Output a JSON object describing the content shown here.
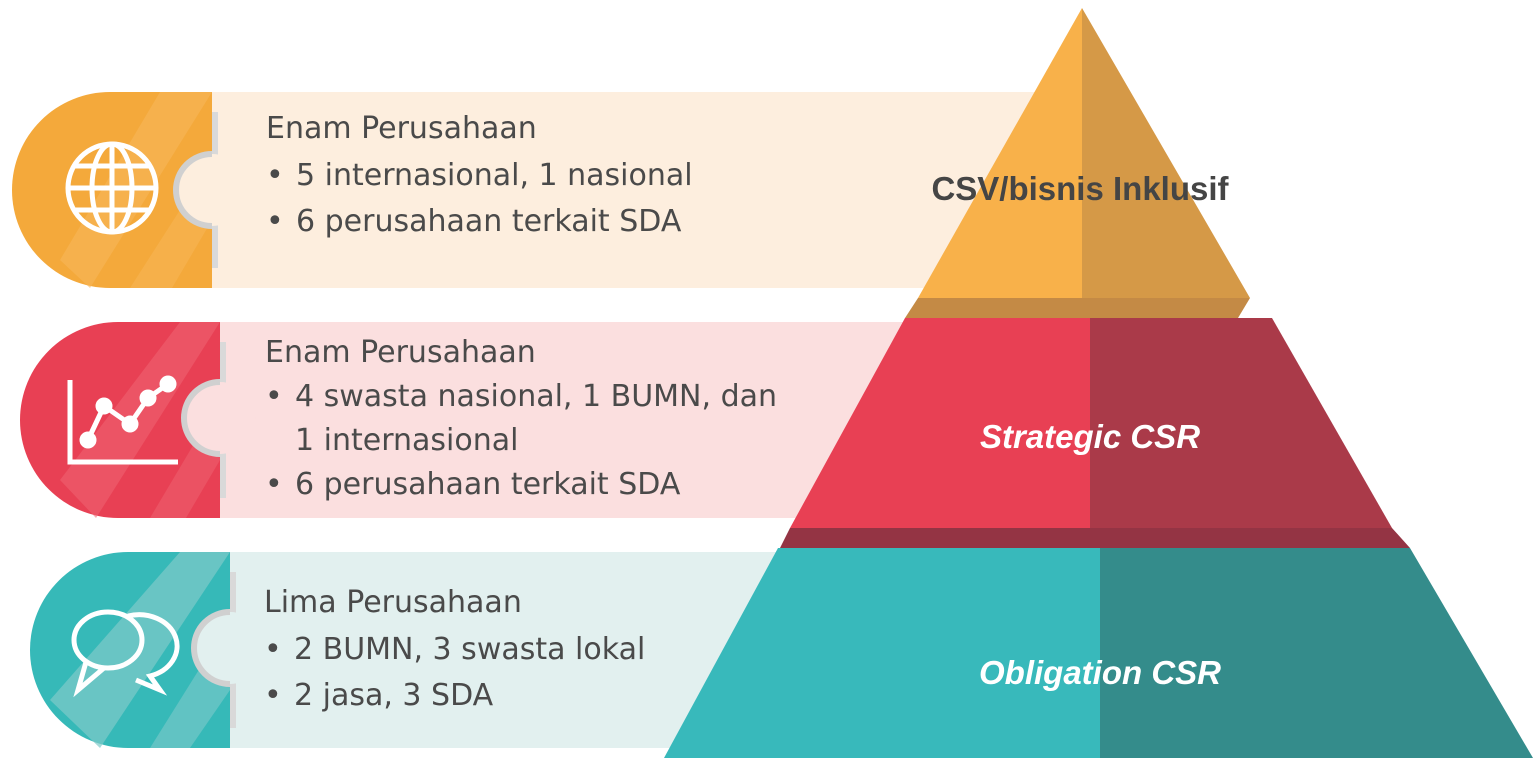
{
  "rows": [
    {
      "icon": "globe-icon",
      "color": "#f4a93b",
      "light": "#fdeede",
      "title": "Enam Perusahaan",
      "bullets": [
        "5 internasional, 1 nasional",
        "6 perusahaan terkait SDA"
      ]
    },
    {
      "icon": "line-chart-icon",
      "color": "#e84054",
      "light": "#fbdfdf",
      "title": "Enam Perusahaan",
      "bullets": [
        "4 swasta nasional, 1 BUMN, dan 1 internasional",
        "6 perusahaan terkait SDA"
      ]
    },
    {
      "icon": "chat-bubbles-icon",
      "color": "#36b9b8",
      "light": "#e2f0ef",
      "title": "Lima Perusahaan",
      "bullets": [
        "2 BUMN, 3 swasta lokal",
        "2 jasa, 3 SDA"
      ]
    }
  ],
  "pyramid": {
    "top_label": "CSV/bisnis Inklusif",
    "middle_label": "Strategic CSR",
    "bottom_label": "Obligation CSR"
  }
}
